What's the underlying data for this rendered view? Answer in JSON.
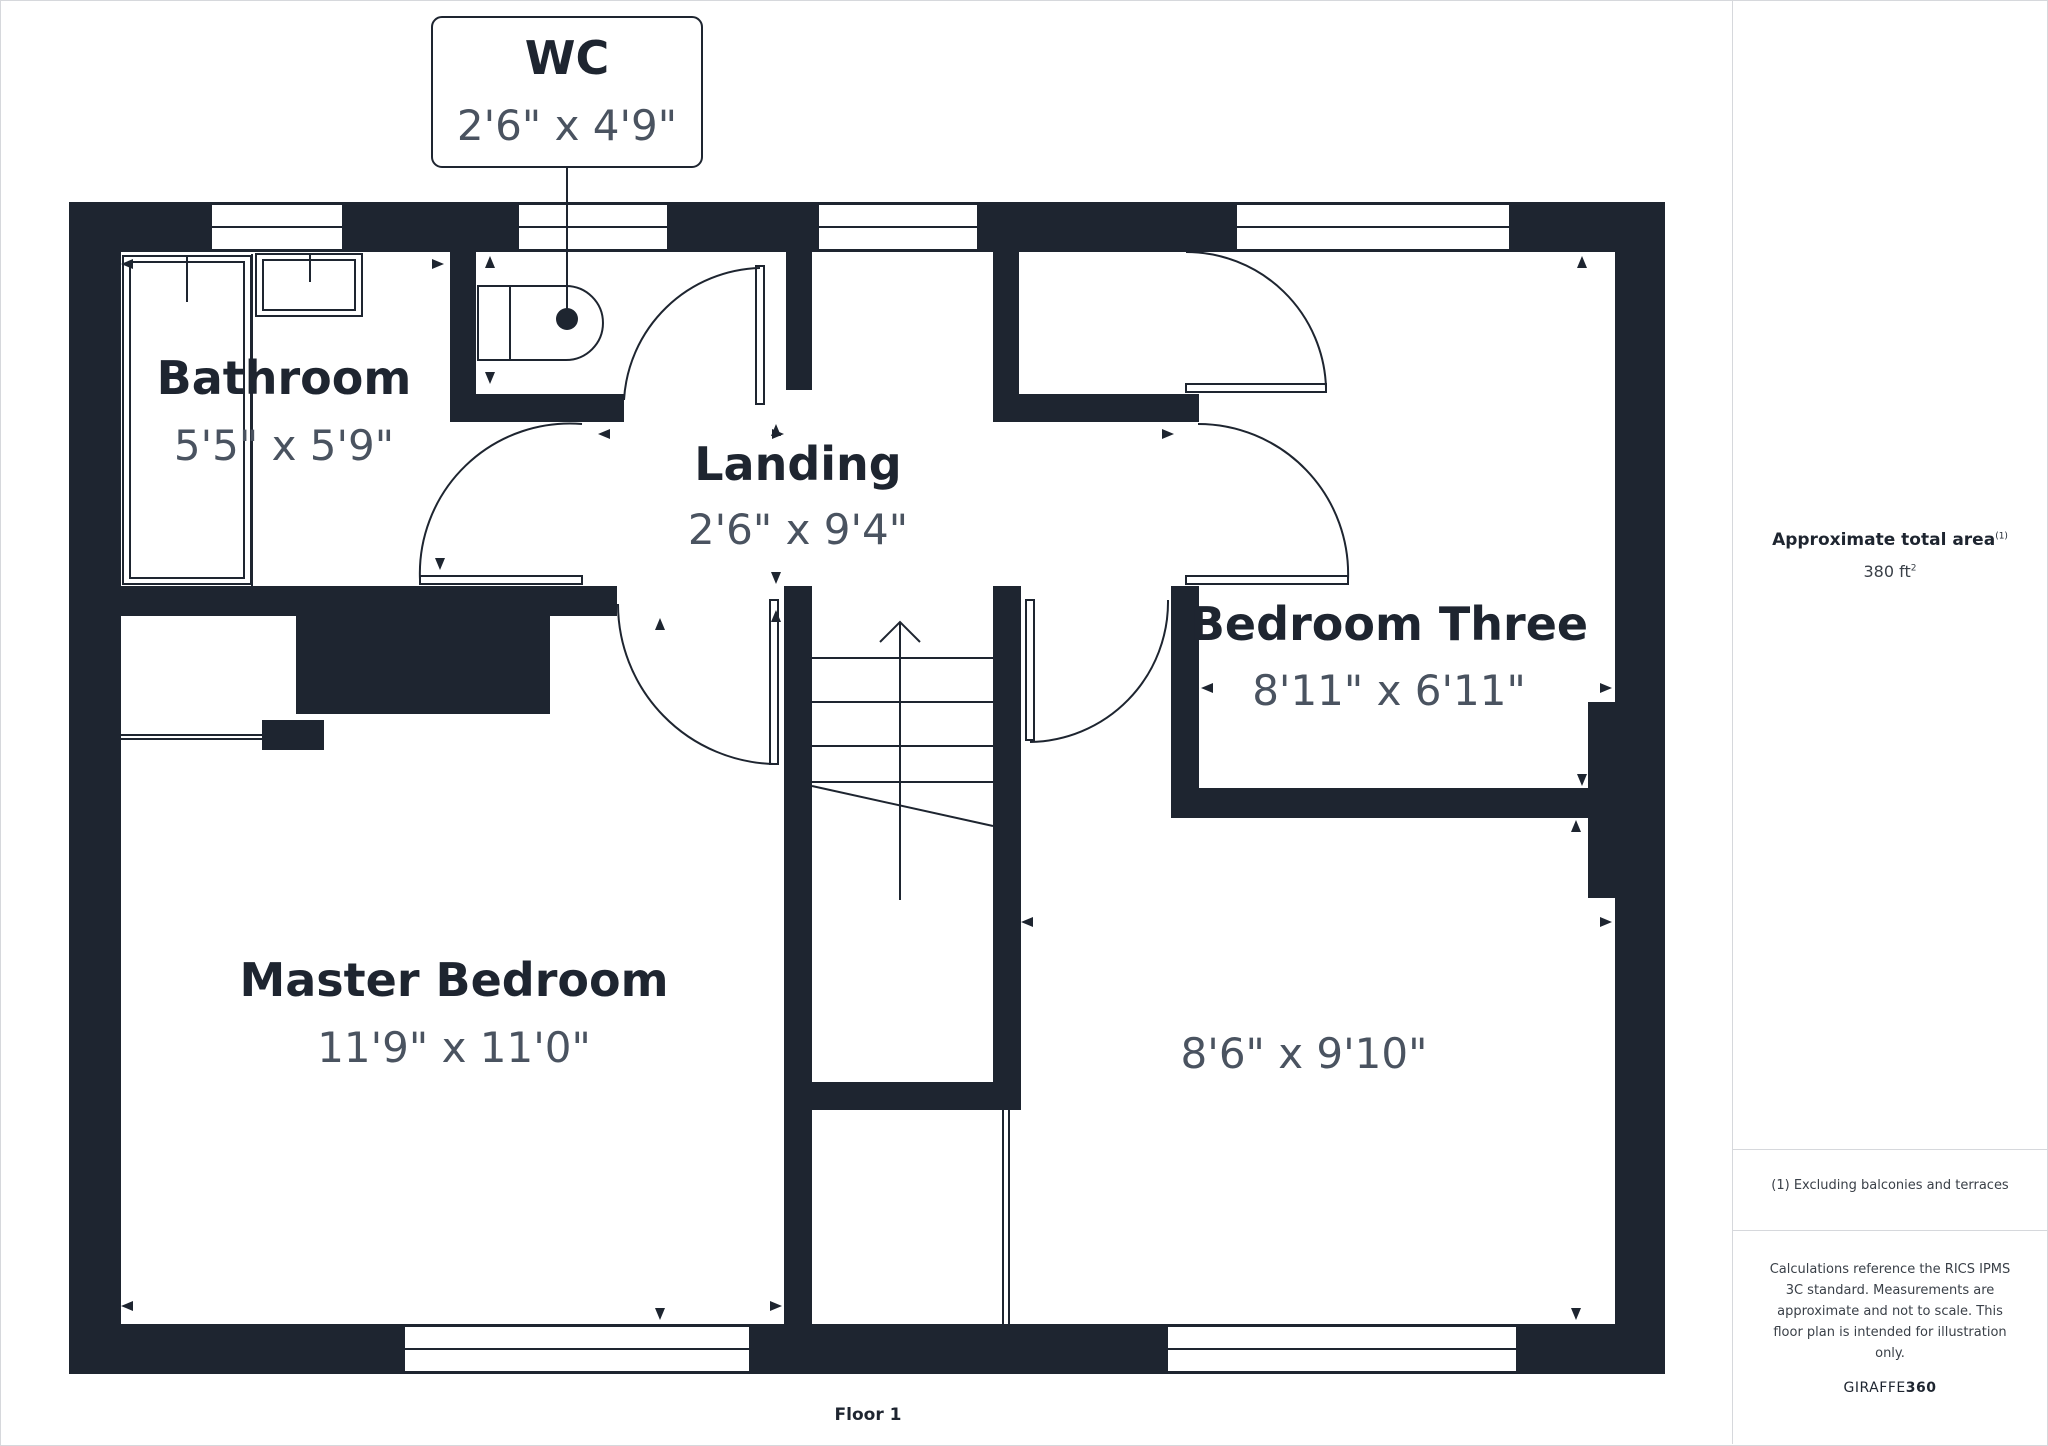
{
  "plan": {
    "floor_label": "Floor 1",
    "rooms": [
      {
        "id": "wc",
        "name": "WC",
        "dimensions": "2'6\" x 4'9\""
      },
      {
        "id": "bathroom",
        "name": "Bathroom",
        "dimensions": "5'5\" x 5'9\""
      },
      {
        "id": "landing",
        "name": "Landing",
        "dimensions": "2'6\" x 9'4\""
      },
      {
        "id": "bedroom-three",
        "name": "Bedroom Three",
        "dimensions": "8'11\" x 6'11\""
      },
      {
        "id": "master-bedroom",
        "name": "Master Bedroom",
        "dimensions": "11'9\" x 11'0\""
      },
      {
        "id": "bedroom-unnamed",
        "name": "",
        "dimensions": "8'6\" x 9'10\""
      }
    ]
  },
  "panel": {
    "area_title": "Approximate total area",
    "area_title_note": "(1)",
    "area_value": "380 ft",
    "area_unit_sup": "2",
    "footnote": "(1) Excluding balconies and terraces",
    "disclaimer": "Calculations reference the RICS IPMS 3C standard. Measurements are approximate and not to scale. This floor plan is intended for illustration only.",
    "brand_light": "GIRAFFE",
    "brand_bold": "360"
  },
  "colors": {
    "wall": "#1e2530",
    "text_dark": "#1e2530",
    "text_dim": "#4a5360",
    "border": "#d6d8dc"
  }
}
